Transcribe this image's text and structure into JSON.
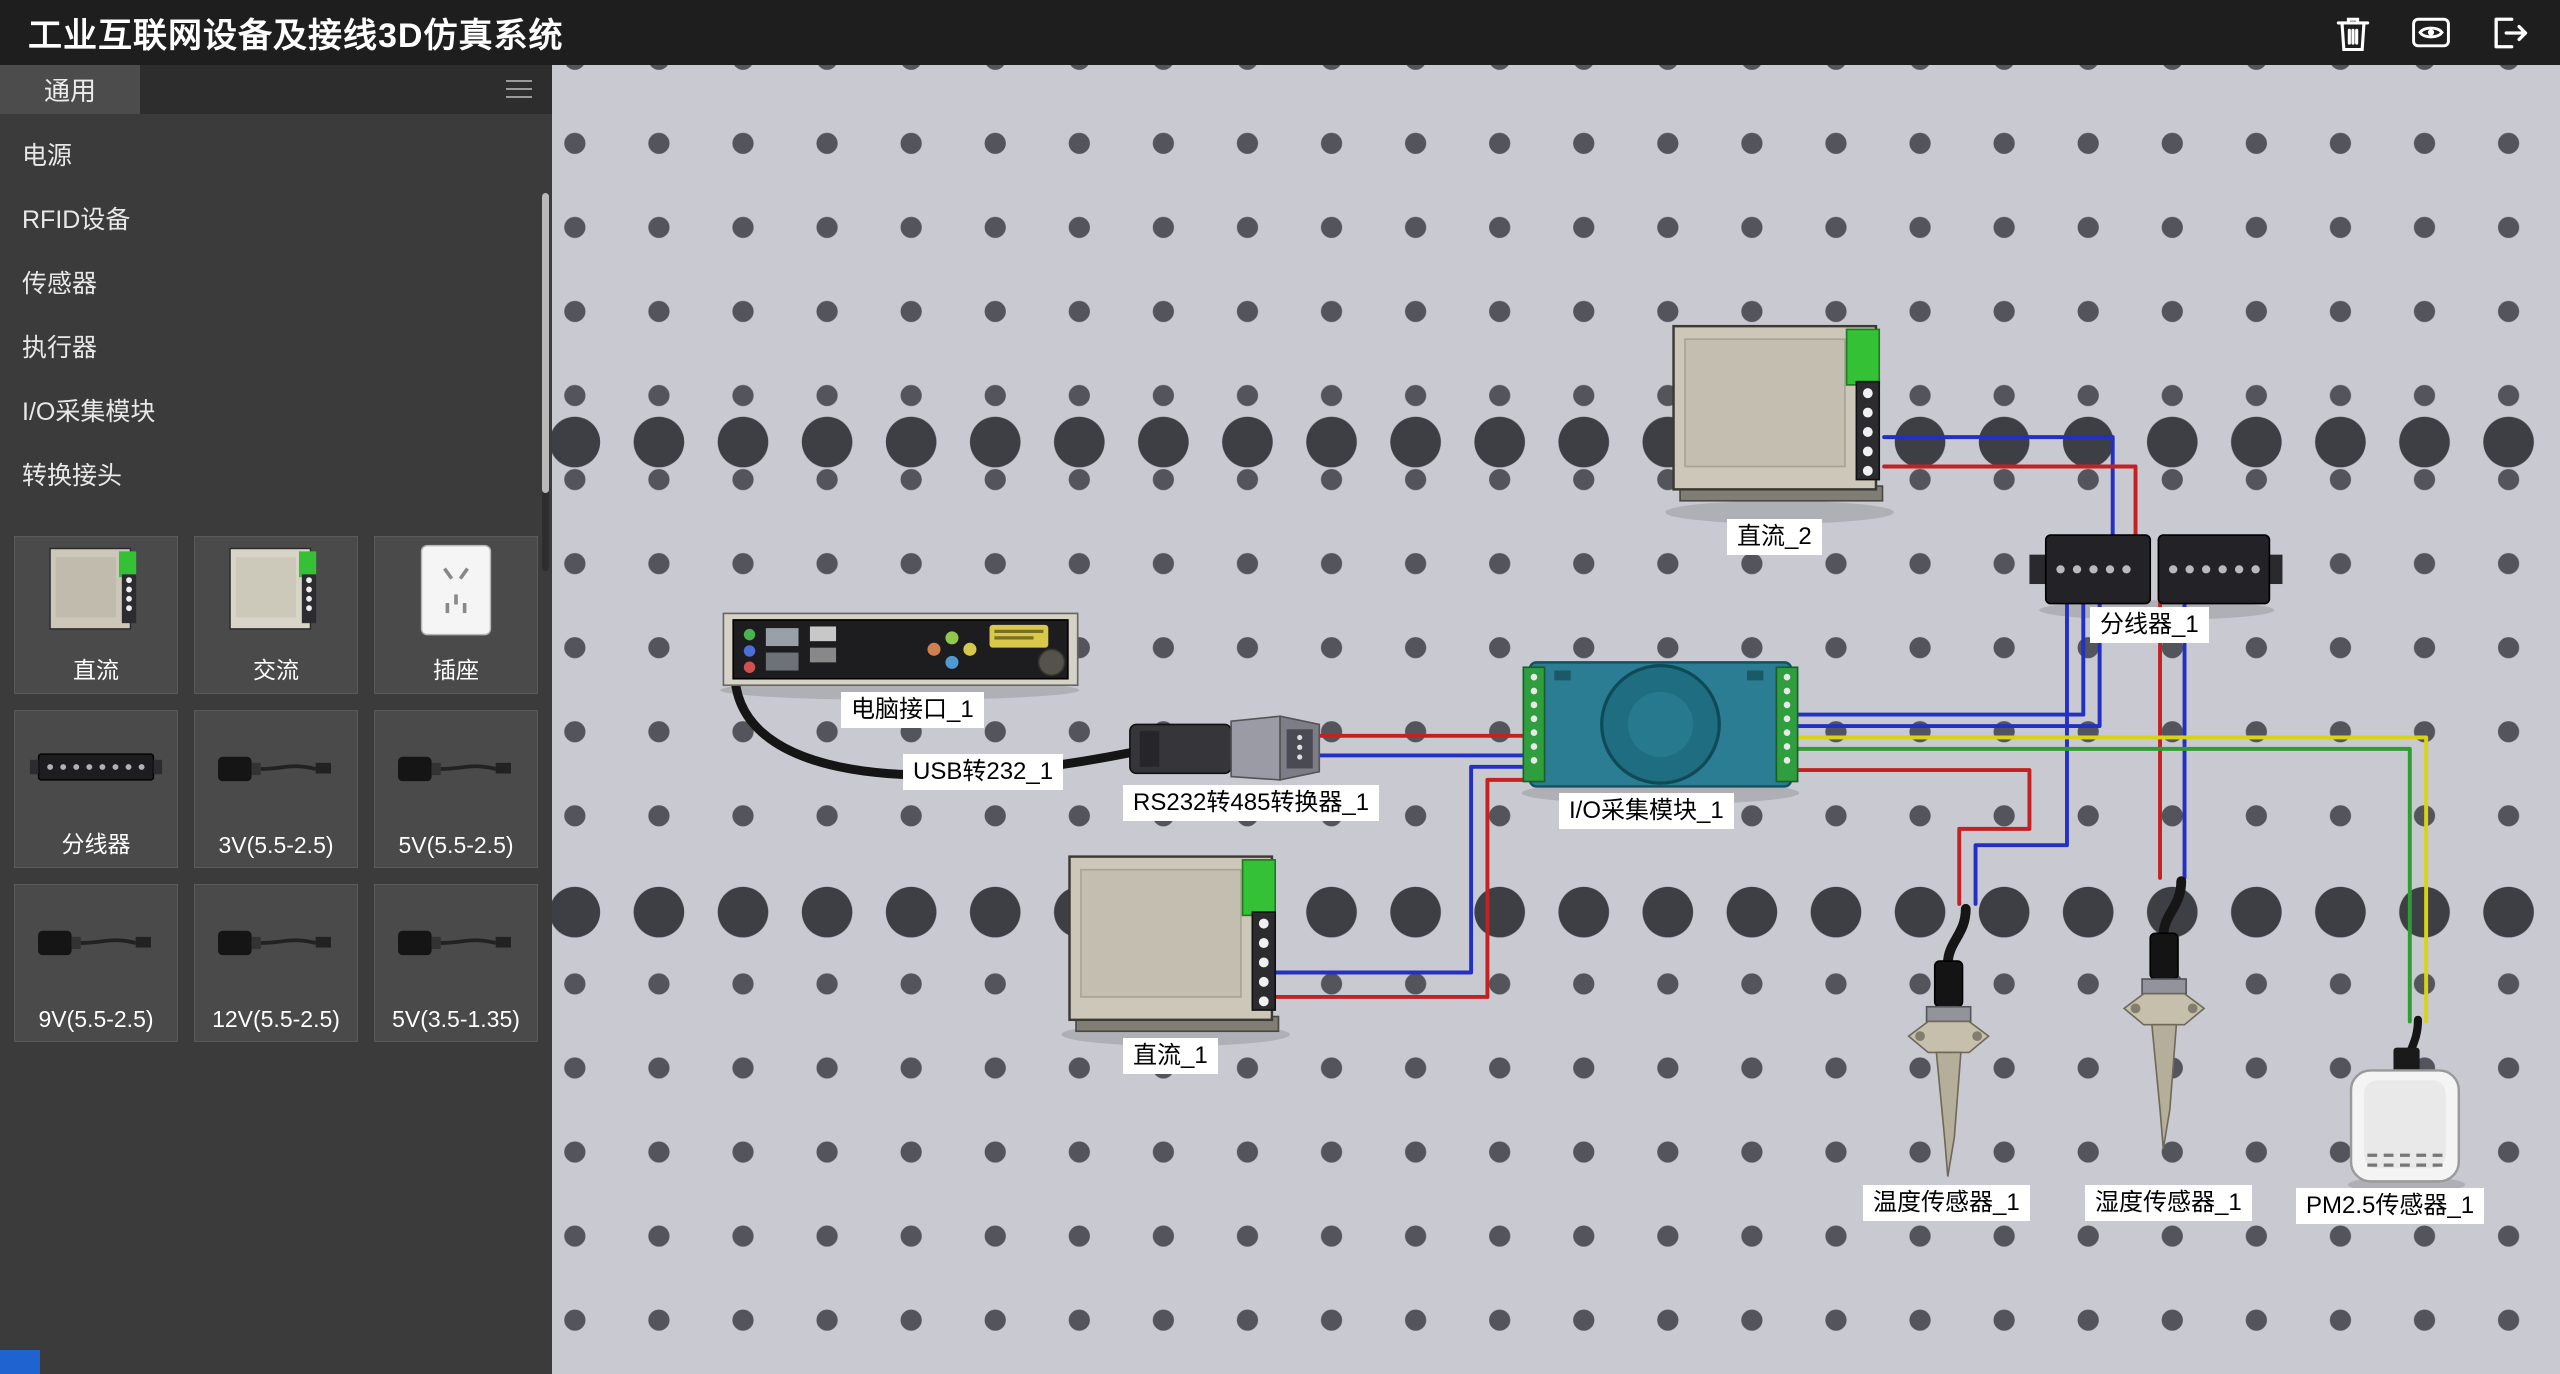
{
  "header": {
    "title": "工业互联网设备及接线3D仿真系统",
    "icons": [
      {
        "name": "trash-icon"
      },
      {
        "name": "view-icon"
      },
      {
        "name": "exit-icon"
      }
    ]
  },
  "sidebar": {
    "tab_label": "通用",
    "menu_icon": "hamburger-icon",
    "menu_items": [
      "电源",
      "RFID设备",
      "传感器",
      "执行器",
      "I/O采集模块",
      "转换接头"
    ],
    "cards": [
      {
        "label": "直流",
        "thumb": "dc-power-supply"
      },
      {
        "label": "交流",
        "thumb": "ac-power-supply"
      },
      {
        "label": "插座",
        "thumb": "socket"
      },
      {
        "label": "分线器",
        "thumb": "splitter"
      },
      {
        "label": "3V(5.5-2.5)",
        "thumb": "power-adapter"
      },
      {
        "label": "5V(5.5-2.5)",
        "thumb": "power-adapter"
      },
      {
        "label": "9V(5.5-2.5)",
        "thumb": "power-adapter"
      },
      {
        "label": "12V(5.5-2.5)",
        "thumb": "power-adapter"
      },
      {
        "label": "5V(3.5-1.35)",
        "thumb": "power-adapter"
      }
    ]
  },
  "canvas": {
    "device_labels": [
      {
        "id": "pc-interface",
        "text": "电脑接口_1"
      },
      {
        "id": "usb-to-232",
        "text": "USB转232_1"
      },
      {
        "id": "rs232-to-485",
        "text": "RS232转485转换器_1"
      },
      {
        "id": "io-module",
        "text": "I/O采集模块_1"
      },
      {
        "id": "dc-2",
        "text": "直流_2"
      },
      {
        "id": "dc-1",
        "text": "直流_1"
      },
      {
        "id": "splitter",
        "text": "分线器_1"
      },
      {
        "id": "temp-sensor",
        "text": "温度传感器_1"
      },
      {
        "id": "humidity-sensor",
        "text": "湿度传感器_1"
      },
      {
        "id": "pm25-sensor",
        "text": "PM2.5传感器_1"
      }
    ],
    "wire_colors": {
      "red": "#c42222",
      "blue": "#2330c4",
      "green": "#2f9e30",
      "yellow": "#d8d414",
      "black": "#151515"
    }
  }
}
